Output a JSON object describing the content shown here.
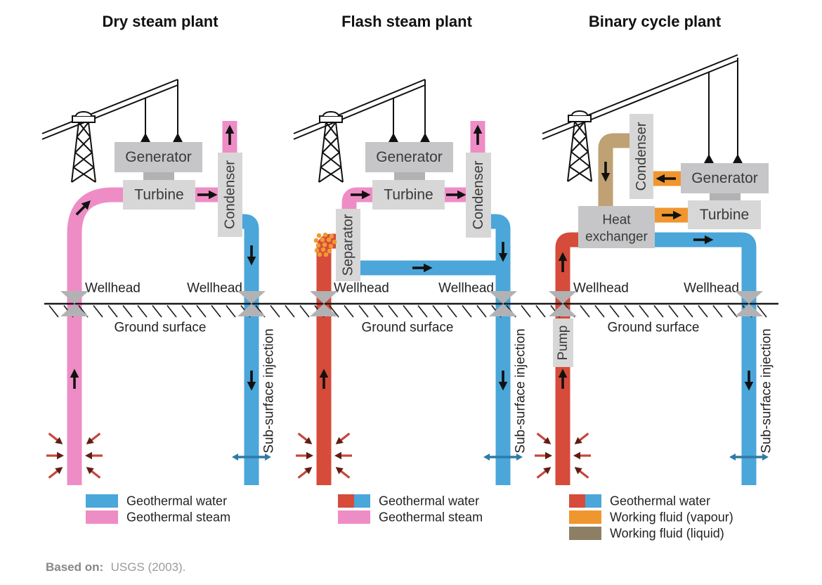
{
  "panels": [
    {
      "title": "Dry steam plant",
      "generator": "Generator",
      "turbine": "Turbine",
      "condenser": "Condenser",
      "wellhead_left": "Wellhead",
      "wellhead_right": "Wellhead",
      "ground_surface": "Ground surface",
      "sub_surface_injection": "Sub-surface injection",
      "legend": [
        {
          "label": "Geothermal water",
          "color": "#4ba6da"
        },
        {
          "label": "Geothermal steam",
          "color": "#ee8dc5"
        }
      ]
    },
    {
      "title": "Flash steam plant",
      "generator": "Generator",
      "turbine": "Turbine",
      "condenser": "Condenser",
      "separator": "Separator",
      "wellhead_left": "Wellhead",
      "wellhead_right": "Wellhead",
      "ground_surface": "Ground surface",
      "sub_surface_injection": "Sub-surface injection",
      "legend": [
        {
          "label": "Geothermal water",
          "color_left": "#d64b3a",
          "color_right": "#4ba6da"
        },
        {
          "label": "Geothermal steam",
          "color": "#ee8dc5"
        }
      ]
    },
    {
      "title": "Binary cycle plant",
      "generator": "Generator",
      "turbine": "Turbine",
      "condenser": "Condenser",
      "heat_exchanger_line1": "Heat",
      "heat_exchanger_line2": "exchanger",
      "pump": "Pump",
      "wellhead_left": "Wellhead",
      "wellhead_right": "Wellhead",
      "ground_surface": "Ground surface",
      "sub_surface_injection": "Sub-surface injection",
      "legend": [
        {
          "label": "Geothermal water",
          "color_left": "#d64b3a",
          "color_right": "#4ba6da"
        },
        {
          "label": "Working fluid (vapour)",
          "color": "#f0962f"
        },
        {
          "label": "Working fluid (liquid)",
          "color": "#8c7f66"
        }
      ]
    }
  ],
  "attribution": {
    "bold": "Based on:",
    "text": "USGS (2003)."
  },
  "colors": {
    "geothermal_steam": "#ee8dc5",
    "geothermal_water": "#4ba6da",
    "geothermal_hot_water": "#d64b3a",
    "working_fluid_vapour": "#f0962f",
    "working_fluid_liquid": "#bfa173",
    "injection_arrow": "#2e7ba6",
    "inflow_arrow": "#c8453a"
  }
}
